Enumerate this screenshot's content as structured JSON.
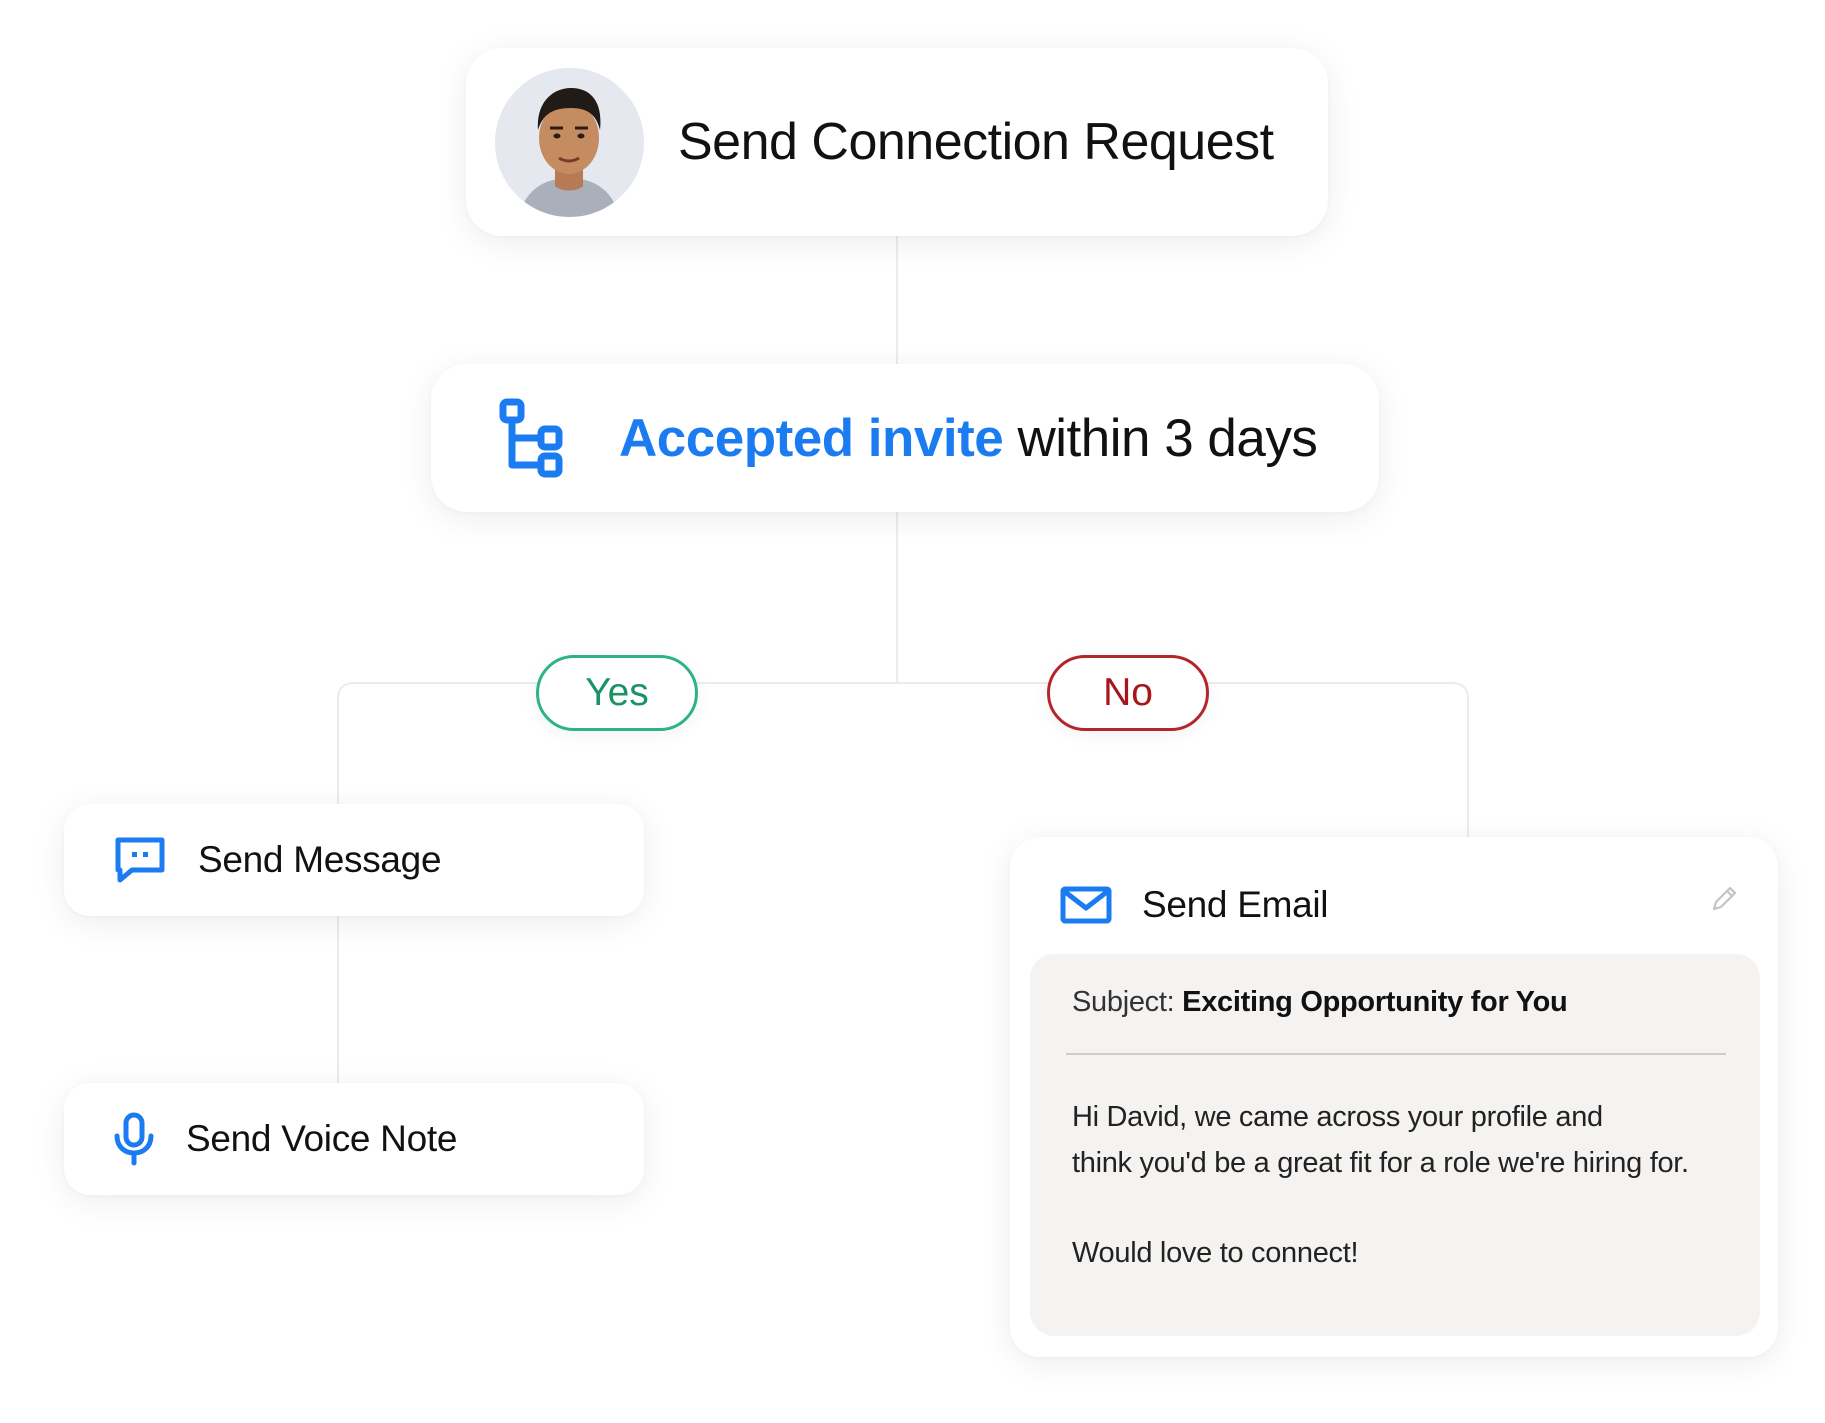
{
  "flow": {
    "connection_request": {
      "label": "Send Connection Request",
      "icon": "avatar-photo"
    },
    "condition": {
      "highlight": "Accepted invite",
      "rest": "within 3 days",
      "icon": "branch-icon",
      "accent_color": "#1a7cf0"
    },
    "branches": {
      "yes": {
        "label": "Yes",
        "color": "#2db38a"
      },
      "no": {
        "label": "No",
        "color": "#b3262c"
      }
    },
    "actions": {
      "message": {
        "label": "Send Message",
        "icon": "chat-icon"
      },
      "voice_note": {
        "label": "Send Voice Note",
        "icon": "microphone-icon"
      },
      "email": {
        "label": "Send Email",
        "icon": "envelope-icon",
        "edit_icon": "pencil-icon",
        "subject_label": "Subject:",
        "subject": "Exciting Opportunity for You",
        "body_line_1": "Hi David, we came across your profile and",
        "body_line_2": "think you'd be a great fit for a role we're hiring for.",
        "body_line_3": "Would love to connect!"
      }
    }
  }
}
